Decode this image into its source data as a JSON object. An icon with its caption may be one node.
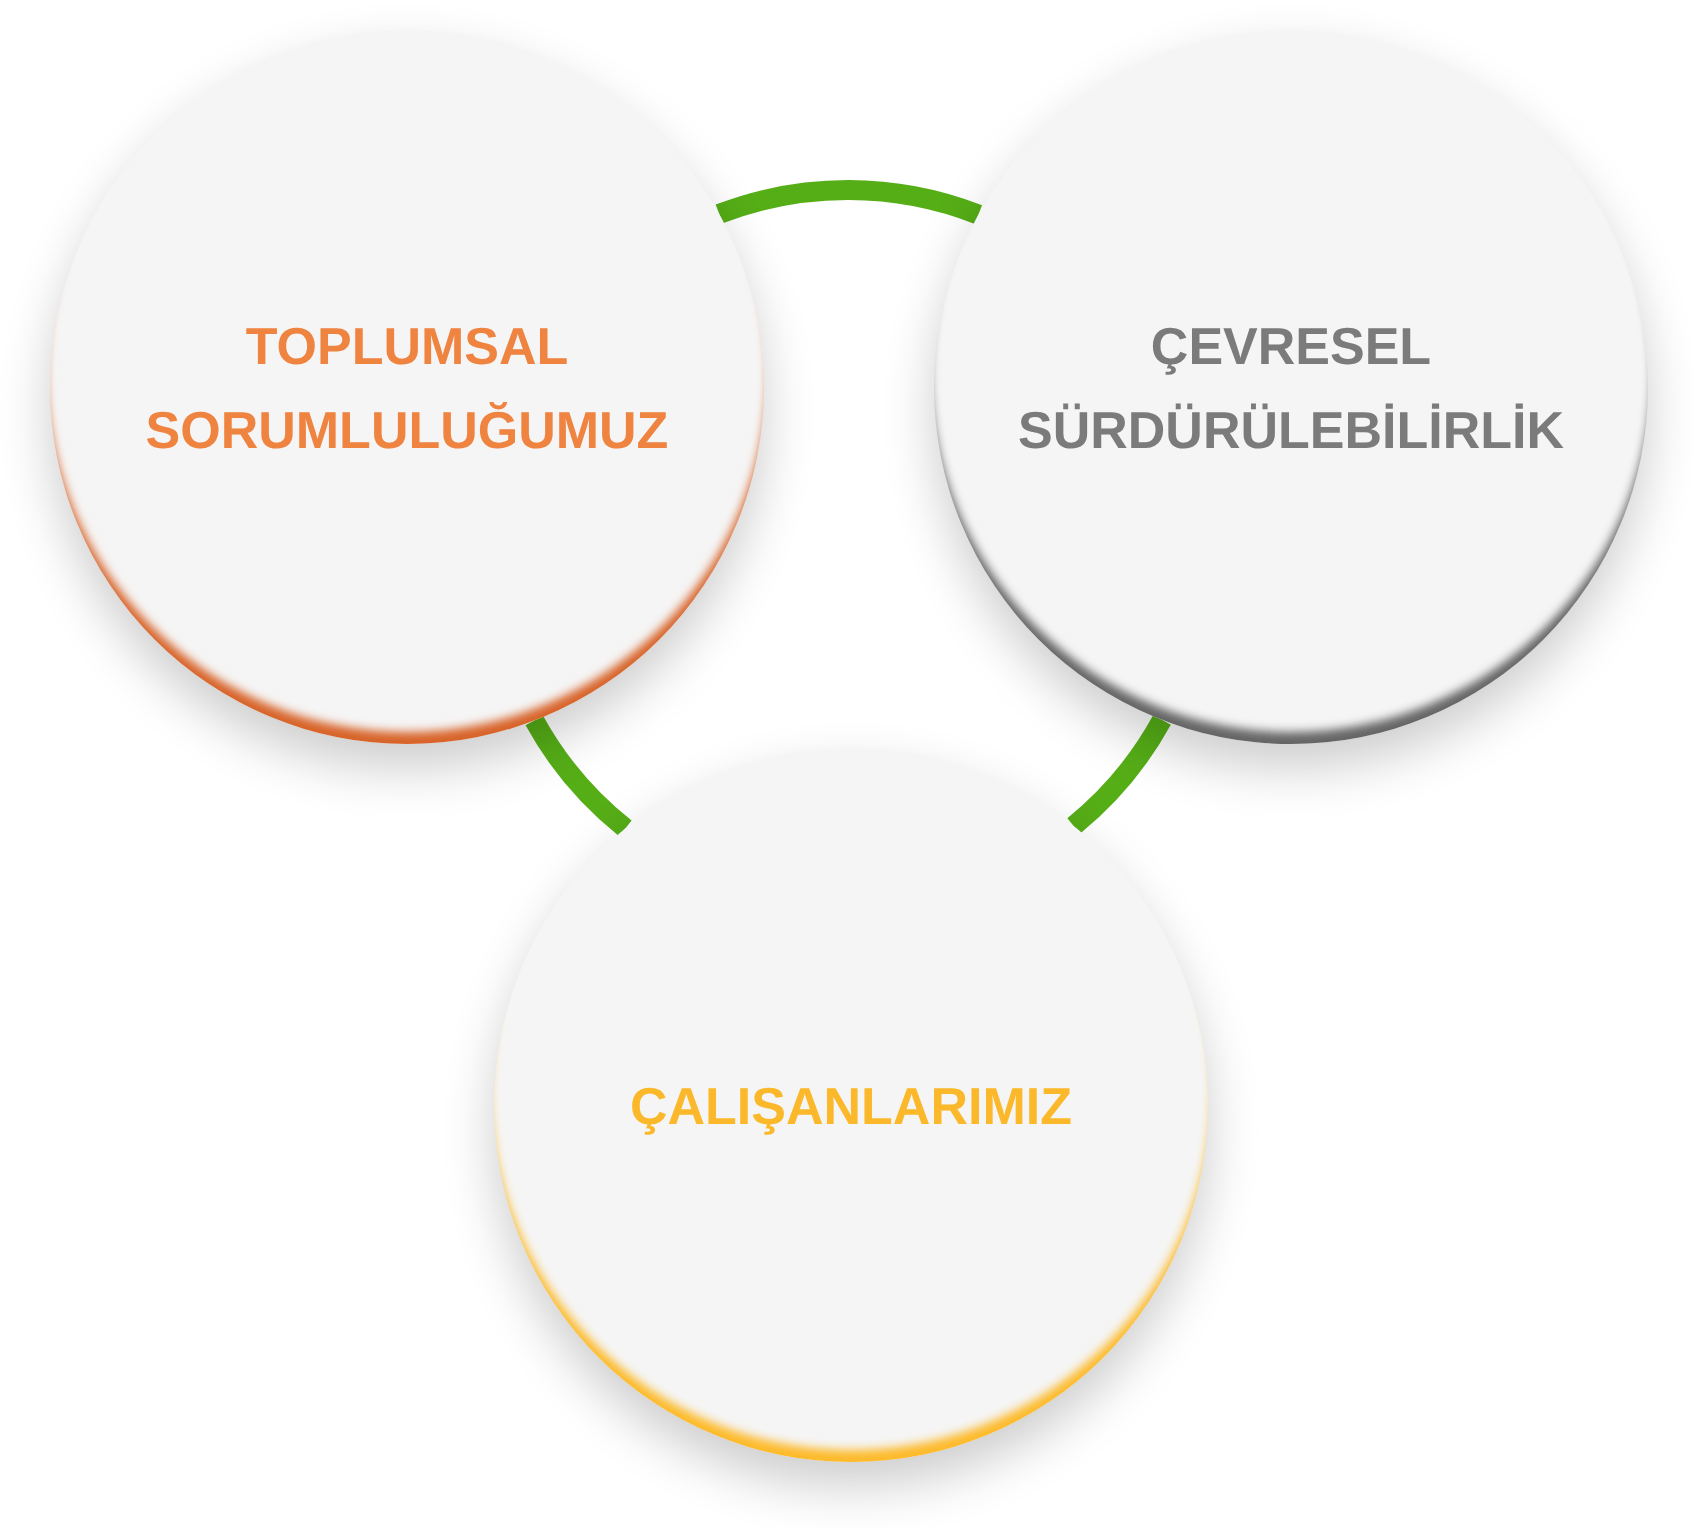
{
  "diagram": {
    "nodes": [
      {
        "text": [
          "TOPLUMSAL SORUMLULUĞUMUZ"
        ]
      },
      {
        "text": [
          "ÇEVRESEL SÜRDÜRÜLEBİLİRLİK"
        ]
      },
      {
        "text": [
          "ÇALIŞANLARIMIZ"
        ]
      }
    ],
    "edges": [
      {
        "from": 0,
        "to": 1,
        "arrow": "none"
      },
      {
        "from": 0,
        "to": 2,
        "arrow": "none"
      },
      {
        "from": 1,
        "to": 2,
        "arrow": "none"
      }
    ]
  }
}
